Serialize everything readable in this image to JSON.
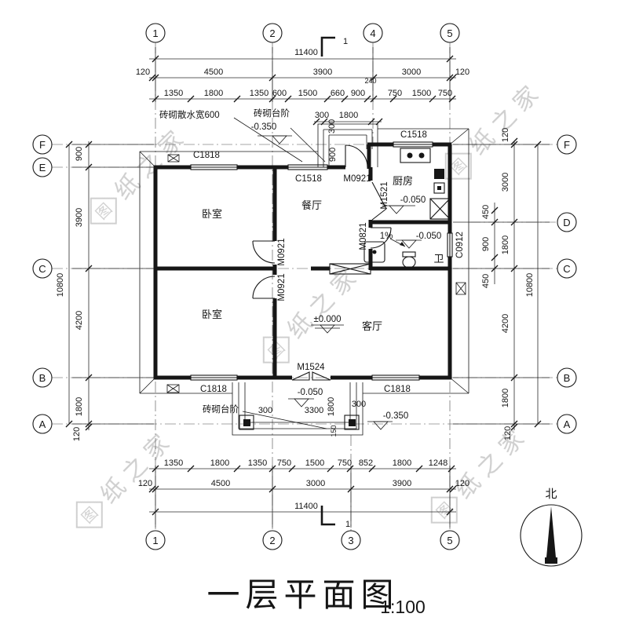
{
  "title": {
    "text": "一层平面图",
    "scale": "1:100"
  },
  "north_label": "北",
  "watermark": {
    "logo_char": "图",
    "text": "纸之家"
  },
  "grid": {
    "top": [
      "1",
      "2",
      "4",
      "5"
    ],
    "bottom": [
      "1",
      "2",
      "3",
      "5"
    ],
    "left": [
      "F",
      "E",
      "C",
      "B",
      "A"
    ],
    "right": [
      "F",
      "D",
      "C",
      "B",
      "A"
    ]
  },
  "section_marker": "1",
  "dims": {
    "top_overall": "11400",
    "top_major": [
      "120",
      "4500",
      "3900",
      "3000",
      "120"
    ],
    "top_minor": [
      "1350",
      "1800",
      "1350",
      "600",
      "1500",
      "660",
      "900",
      "240",
      "750",
      "1500",
      "750"
    ],
    "bottom_overall": "11400",
    "bottom_major": [
      "120",
      "4500",
      "3000",
      "3900",
      "120"
    ],
    "bottom_minor": [
      "1350",
      "1800",
      "1350",
      "750",
      "1500",
      "750",
      "852",
      "1800",
      "1248"
    ],
    "left_chain": [
      "900",
      "3900",
      "4200",
      "1800"
    ],
    "left_overall": "10800",
    "left_edge": "120",
    "right_chain": [
      "3000",
      "1800",
      "4200",
      "1800"
    ],
    "right_sub": [
      "450",
      "900",
      "450"
    ],
    "right_overall": "10800",
    "right_edge_top": "120",
    "right_edge_bottom": "120",
    "rear_steps": [
      "300",
      "1800",
      "300",
      "900"
    ],
    "porch": [
      "300",
      "3300",
      "1800",
      "300",
      "150"
    ]
  },
  "rooms": {
    "bedroom": "卧室",
    "dining": "餐厅",
    "kitchen": "厨房",
    "living": "客厅",
    "bath": "卫"
  },
  "openings": {
    "c1818": "C1818",
    "c1518": "C1518",
    "c0912": "C0912",
    "m0921": "M0921",
    "m1521": "M1521",
    "m0821": "M0821",
    "m1524": "M1524"
  },
  "levels": {
    "zero": "±0.000",
    "minus050": "-0.050",
    "minus350": "-0.350"
  },
  "notes": {
    "apron": "砖砌散水宽600",
    "steps": "砖砌台阶",
    "slope": "1%"
  }
}
